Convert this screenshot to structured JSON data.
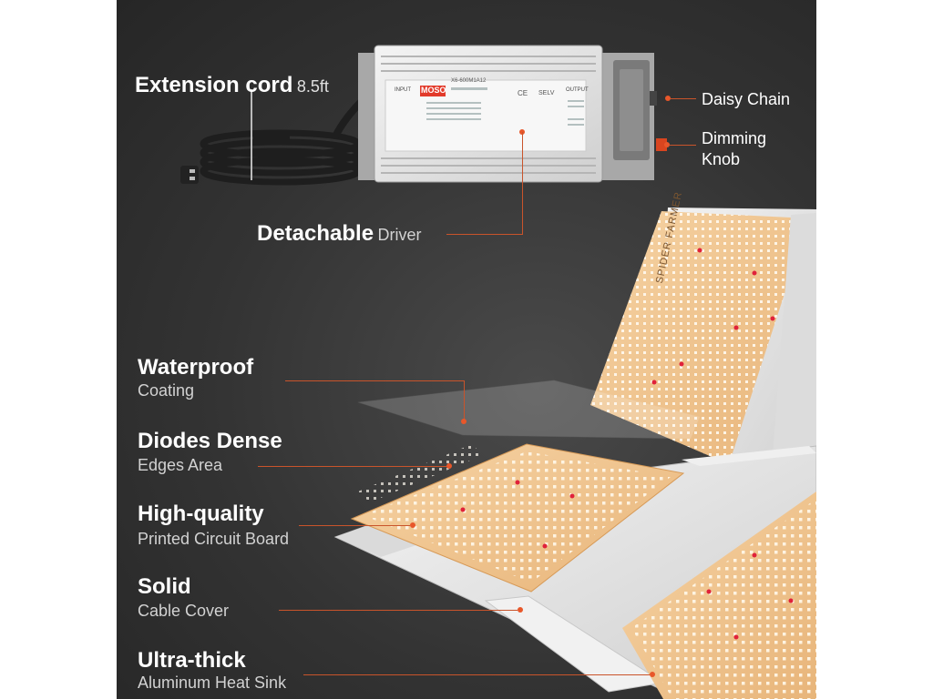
{
  "labels": {
    "extension": {
      "bold": "Extension cord",
      "light": "8.5ft"
    },
    "daisy_chain": "Daisy Chain",
    "dimming": {
      "line1": "Dimming",
      "line2": "Knob"
    },
    "detachable": {
      "bold": "Detachable",
      "light": "Driver"
    },
    "waterproof": {
      "bold": "Waterproof",
      "light": "Coating"
    },
    "diodes": {
      "bold": "Diodes Dense",
      "light": "Edges Area"
    },
    "pcb": {
      "bold": "High-quality",
      "light": "Printed Circuit Board"
    },
    "cable": {
      "bold": "Solid",
      "light": "Cable Cover"
    },
    "heatsink": {
      "bold": "Ultra-thick",
      "light": "Aluminum Heat Sink"
    }
  },
  "driver": {
    "logo": "MOSO",
    "model": "X6-600M1A12",
    "input": "INPUT",
    "output": "OUTPUT",
    "selv": "SELV",
    "ce": "CE"
  },
  "board": {
    "brand": "SPIDER FARMER"
  },
  "colors": {
    "accent": "#e8572a",
    "background": "#333333",
    "board": "#f2c68e",
    "aluminum": "#e8e8e8"
  }
}
